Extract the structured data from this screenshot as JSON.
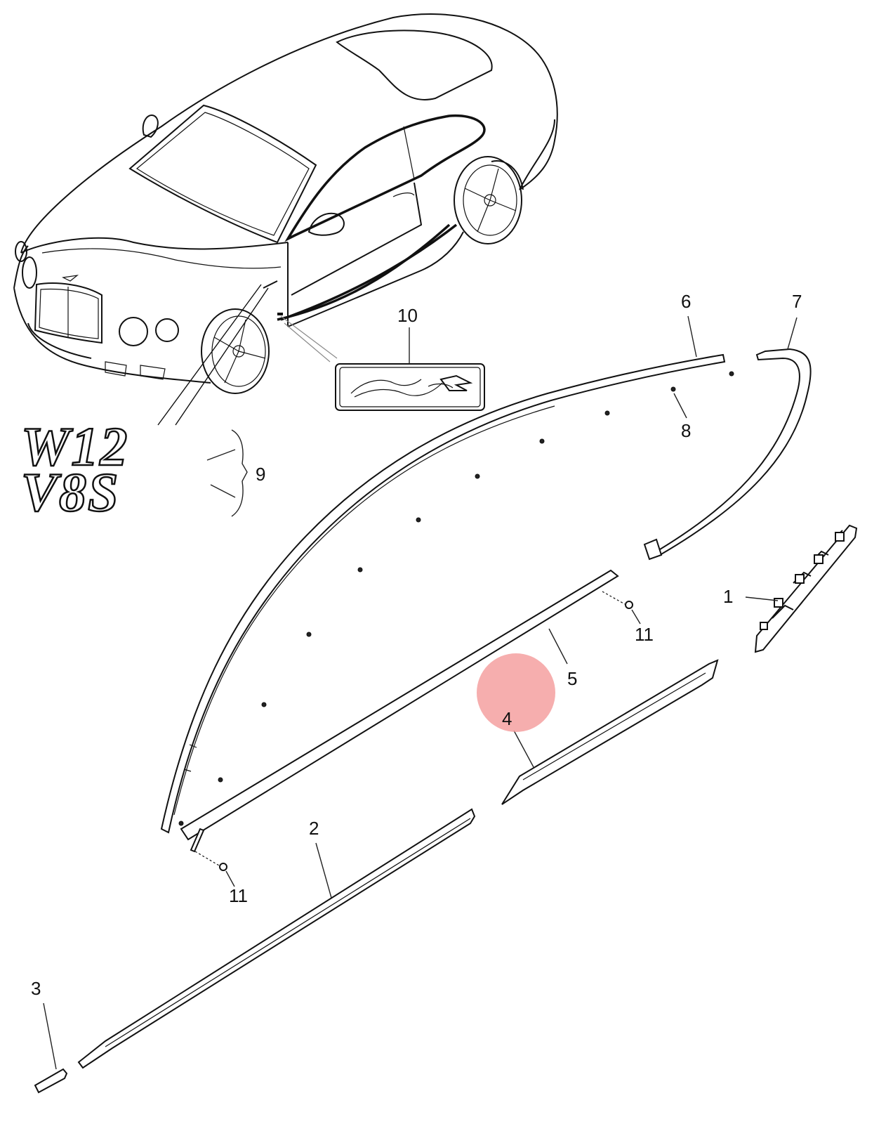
{
  "callouts": [
    {
      "id": "1",
      "label": "1"
    },
    {
      "id": "2",
      "label": "2"
    },
    {
      "id": "3",
      "label": "3"
    },
    {
      "id": "4",
      "label": "4"
    },
    {
      "id": "5",
      "label": "5"
    },
    {
      "id": "6",
      "label": "6"
    },
    {
      "id": "7",
      "label": "7"
    },
    {
      "id": "8",
      "label": "8"
    },
    {
      "id": "9",
      "label": "9"
    },
    {
      "id": "10",
      "label": "10"
    },
    {
      "id": "11a",
      "label": "11"
    },
    {
      "id": "11b",
      "label": "11"
    }
  ],
  "badges": {
    "w12": "W12",
    "v8s": "V8S"
  },
  "highlight": {
    "target_callout": "4",
    "color": "#f4a0a0"
  },
  "colors": {
    "line": "#111111",
    "background": "#ffffff"
  }
}
